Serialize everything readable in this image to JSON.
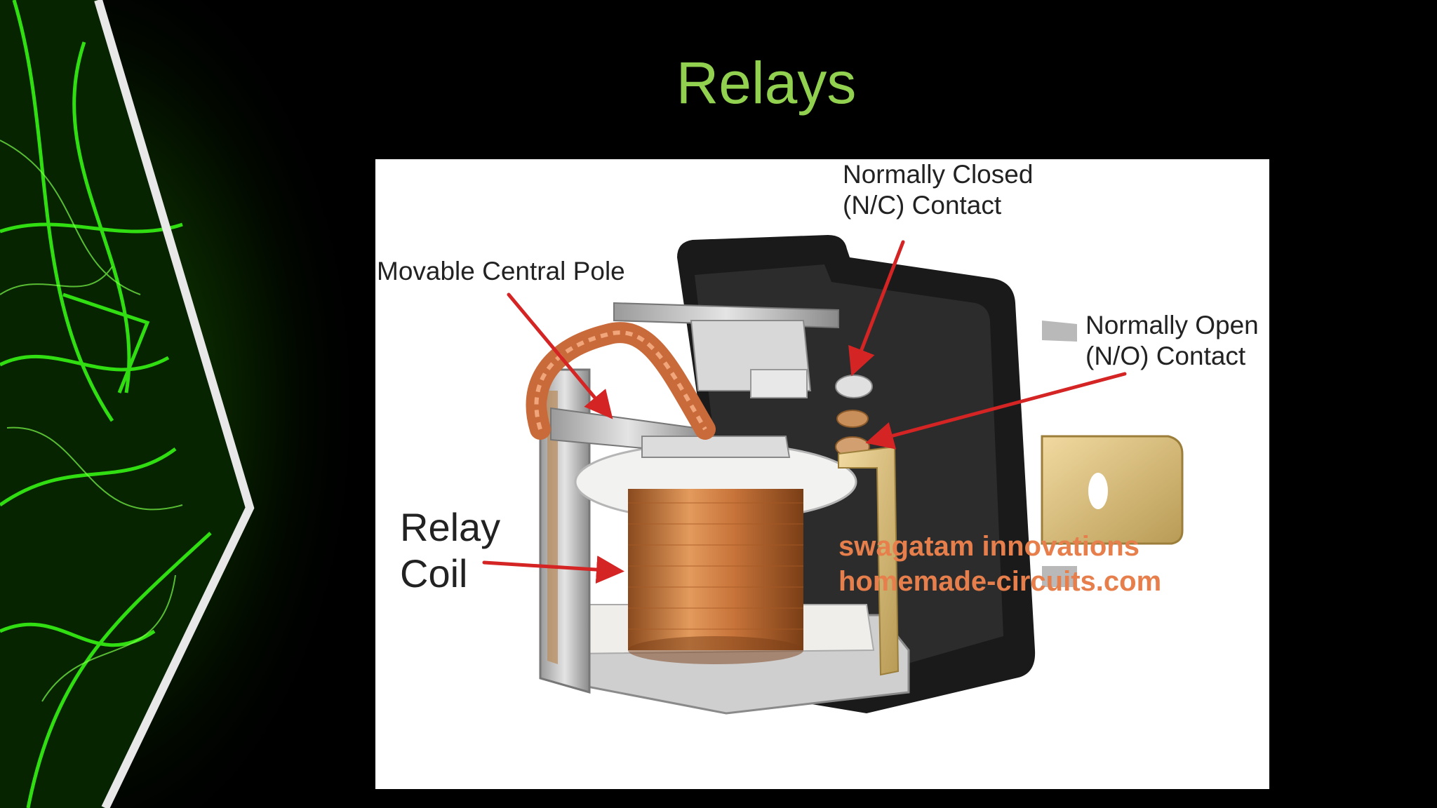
{
  "slide": {
    "title": "Relays",
    "background_color": "#000000",
    "title_color": "#92d050",
    "accent_color": "#39ff14"
  },
  "image": {
    "labels": {
      "normally_closed_line1": "Normally Closed",
      "normally_closed_line2": "(N/C) Contact",
      "movable_central_pole": "Movable Central Pole",
      "normally_open_line1": "Normally Open",
      "normally_open_line2": "(N/O) Contact",
      "relay_coil_line1": "Relay",
      "relay_coil_line2": "Coil"
    },
    "watermark": {
      "line1": "swagatam innovations",
      "line2": "homemade-circuits.com",
      "color": "#e67f4c"
    },
    "arrow_color": "#d42424",
    "coil_color": "#c8743a"
  }
}
